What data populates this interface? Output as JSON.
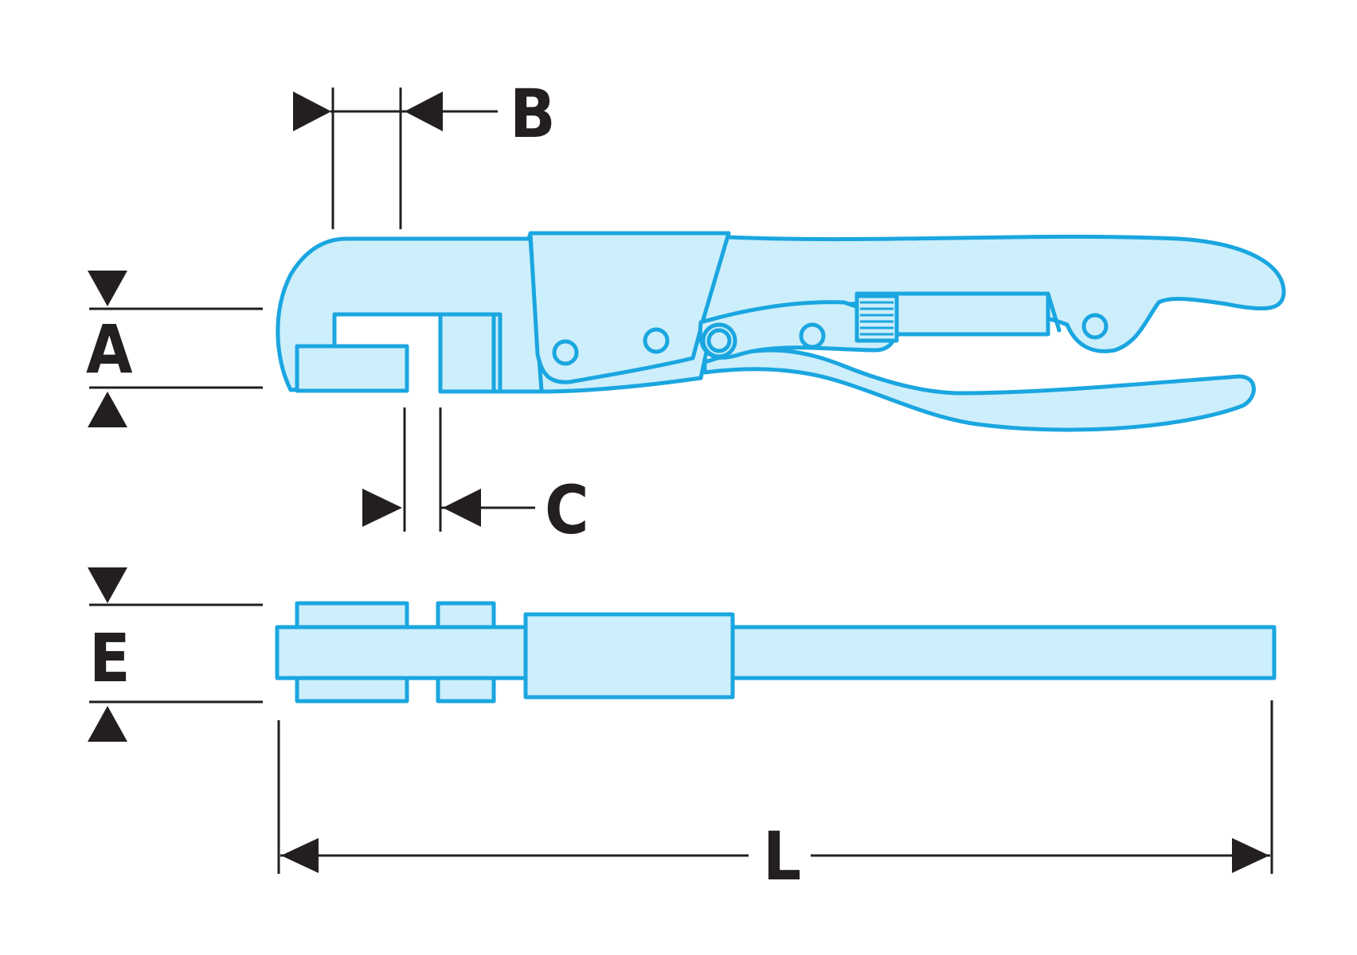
{
  "labels": {
    "a": "A",
    "b": "B",
    "c": "C",
    "e": "E",
    "l": "L"
  },
  "colors": {
    "outline": "#1aa6e0",
    "fill": "#cdeefb",
    "dimension": "#231f20"
  }
}
